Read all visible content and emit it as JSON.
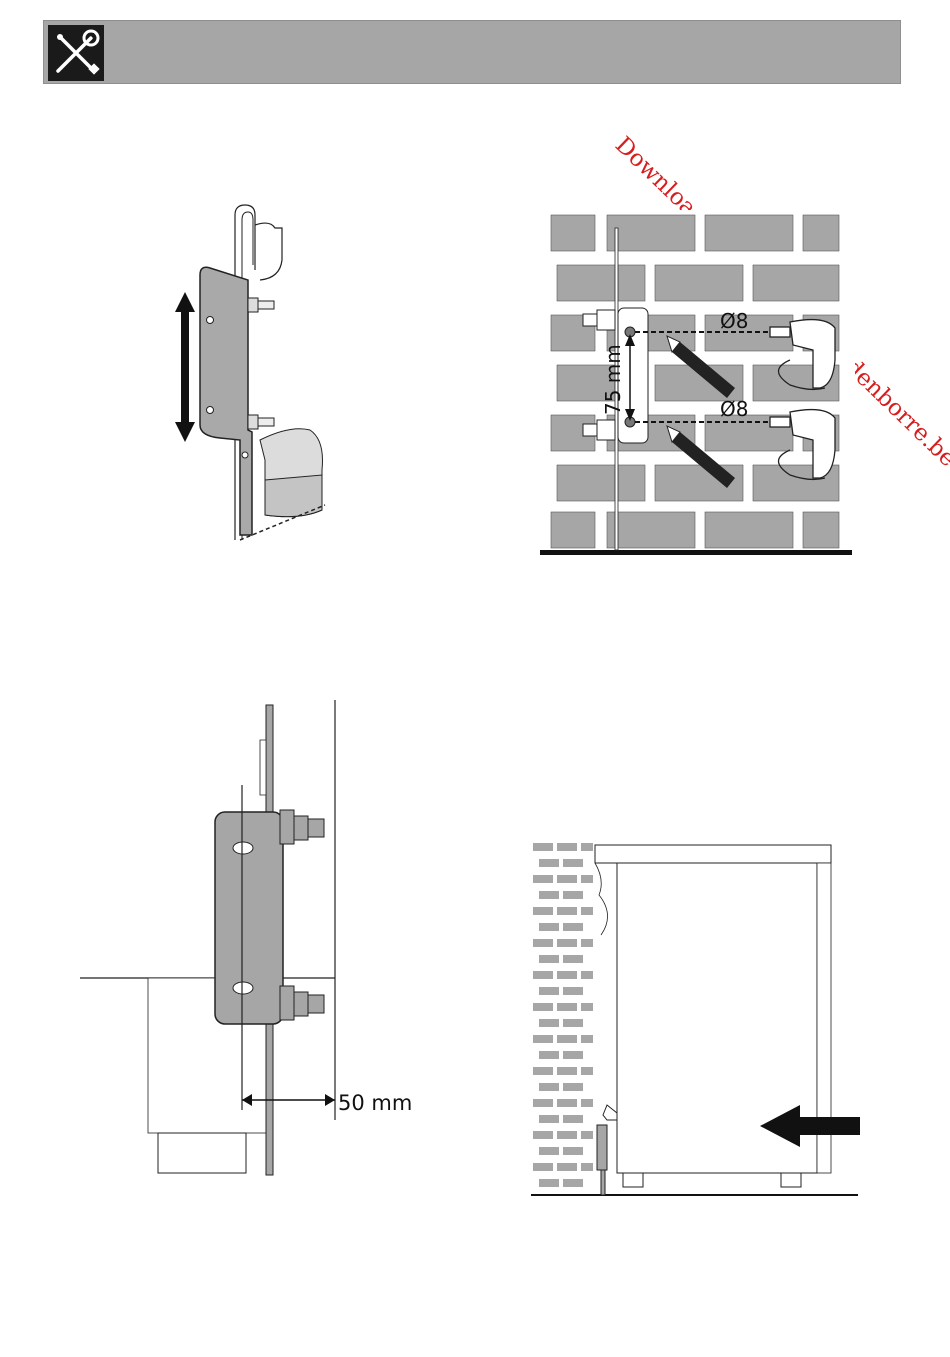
{
  "header": {
    "icon": "tools-icon"
  },
  "watermark": {
    "text": "Downloaded from www.vandenborre.be"
  },
  "figure_drill": {
    "dimension_label": "75 mm",
    "drill_top_label": "Ø8",
    "drill_bottom_label": "Ø8"
  },
  "figure_side": {
    "distance_label": "50 mm"
  }
}
